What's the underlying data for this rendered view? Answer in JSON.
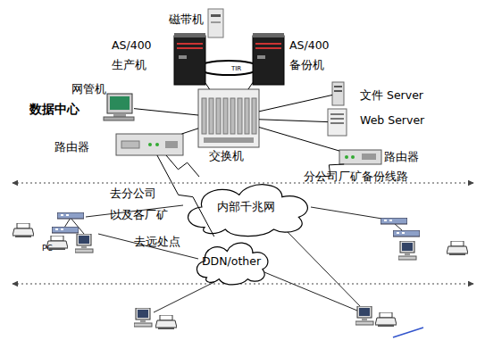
{
  "diagram": {
    "nodes": [
      {
        "text": [
          "磁带机"
        ]
      },
      {
        "text": [
          "AS/400 生产机"
        ]
      },
      {
        "text": [
          "AS/400 备份机"
        ]
      },
      {
        "text": [
          "网管机"
        ]
      },
      {
        "text": [
          "路由器"
        ]
      },
      {
        "text": [
          "交换机"
        ]
      },
      {
        "text": [
          "文件 Server"
        ]
      },
      {
        "text": [
          "Web Server"
        ]
      },
      {
        "text": [
          "路由器"
        ]
      },
      {
        "text": [
          "内部千兆网"
        ]
      },
      {
        "text": [
          "DDN/other"
        ]
      }
    ],
    "edges": [
      {
        "from": 1,
        "to": 5,
        "arrow": "none"
      },
      {
        "from": 2,
        "to": 5,
        "arrow": "none"
      },
      {
        "from": 3,
        "to": 5,
        "arrow": "none"
      },
      {
        "from": 4,
        "to": 5,
        "arrow": "none"
      },
      {
        "from": 5,
        "to": 6,
        "arrow": "none"
      },
      {
        "from": 5,
        "to": 7,
        "arrow": "none"
      },
      {
        "from": 5,
        "to": 8,
        "arrow": "none"
      },
      {
        "from": 4,
        "to": 9,
        "arrow": "none"
      },
      {
        "from": 4,
        "to": 10,
        "arrow": "none"
      },
      {
        "from": 8,
        "to": 9,
        "arrow": "none"
      }
    ],
    "labels": [
      "数据中心",
      "TIR",
      "分公司厂矿备份线路",
      "去分公司 以及各厂矿",
      "去远处点",
      "PC"
    ]
  }
}
